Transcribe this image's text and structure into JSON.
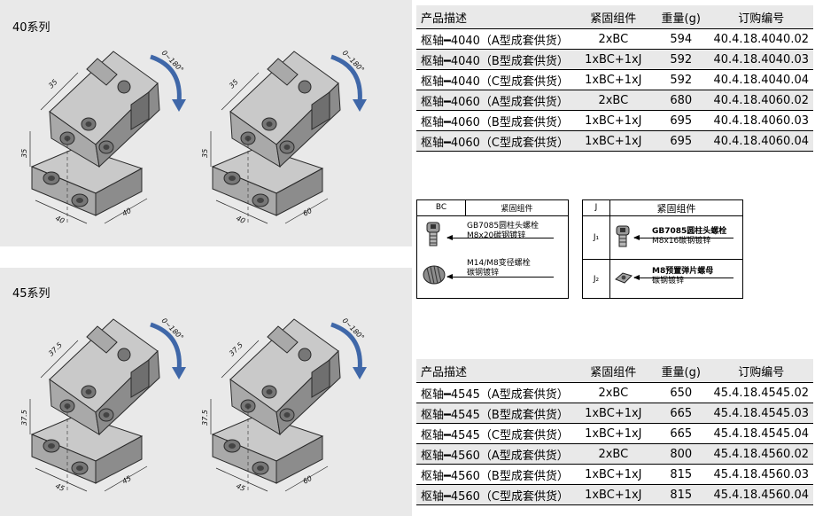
{
  "panels": [
    {
      "label": "40系列",
      "dims": {
        "top": "35",
        "side": "35",
        "bottom_left": "40",
        "bottom_right_a": "40",
        "bottom_right_b": "60"
      }
    },
    {
      "label": "45系列",
      "dims": {
        "top": "37.5",
        "side": "37.5",
        "bottom_left": "45",
        "bottom_right_a": "45",
        "bottom_right_b": "60"
      }
    }
  ],
  "rotation_label": "0~180°",
  "table_header": {
    "desc": "产品描述",
    "fasteners": "紧固组件",
    "weight": "重量(g)",
    "order": "订购编号"
  },
  "table_40": [
    {
      "desc": "枢轴━4040（A型成套供货）",
      "fasteners": "2xBC",
      "weight": "594",
      "order": "40.4.18.4040.02"
    },
    {
      "desc": "枢轴━4040（B型成套供货）",
      "fasteners": "1xBC+1xJ",
      "weight": "592",
      "order": "40.4.18.4040.03"
    },
    {
      "desc": "枢轴━4040（C型成套供货）",
      "fasteners": "1xBC+1xJ",
      "weight": "592",
      "order": "40.4.18.4040.04"
    },
    {
      "desc": "枢轴━4060（A型成套供货）",
      "fasteners": "2xBC",
      "weight": "680",
      "order": "40.4.18.4060.02"
    },
    {
      "desc": "枢轴━4060（B型成套供货）",
      "fasteners": "1xBC+1xJ",
      "weight": "695",
      "order": "40.4.18.4060.03"
    },
    {
      "desc": "枢轴━4060（C型成套供货）",
      "fasteners": "1xBC+1xJ",
      "weight": "695",
      "order": "40.4.18.4060.04"
    }
  ],
  "table_45": [
    {
      "desc": "枢轴━4545（A型成套供货）",
      "fasteners": "2xBC",
      "weight": "650",
      "order": "45.4.18.4545.02"
    },
    {
      "desc": "枢轴━4545（B型成套供货）",
      "fasteners": "1xBC+1xJ",
      "weight": "665",
      "order": "45.4.18.4545.03"
    },
    {
      "desc": "枢轴━4545（C型成套供货）",
      "fasteners": "1xBC+1xJ",
      "weight": "665",
      "order": "45.4.18.4545.04"
    },
    {
      "desc": "枢轴━4560（A型成套供货）",
      "fasteners": "2xBC",
      "weight": "800",
      "order": "45.4.18.4560.02"
    },
    {
      "desc": "枢轴━4560（B型成套供货）",
      "fasteners": "1xBC+1xJ",
      "weight": "815",
      "order": "45.4.18.4560.03"
    },
    {
      "desc": "枢轴━4560（C型成套供货）",
      "fasteners": "1xBC+1xJ",
      "weight": "815",
      "order": "45.4.18.4560.04"
    }
  ],
  "legend_bc": {
    "code": "BC",
    "title": "紧固组件",
    "items": [
      {
        "line1": "GB7085圆柱头螺栓",
        "line2": "M8x20碳钢镀锌"
      },
      {
        "line1": "M14/M8变径螺栓",
        "line2": "碳钢镀锌"
      }
    ]
  },
  "legend_j": {
    "code": "J",
    "title": "紧固组件",
    "items": [
      {
        "code": "J₁",
        "line1": "GB7085圆柱头螺栓",
        "line2": "M8x16碳钢镀锌"
      },
      {
        "code": "J₂",
        "line1": "M8预置弹片螺母",
        "line2": "碳钢镀锌"
      }
    ]
  }
}
